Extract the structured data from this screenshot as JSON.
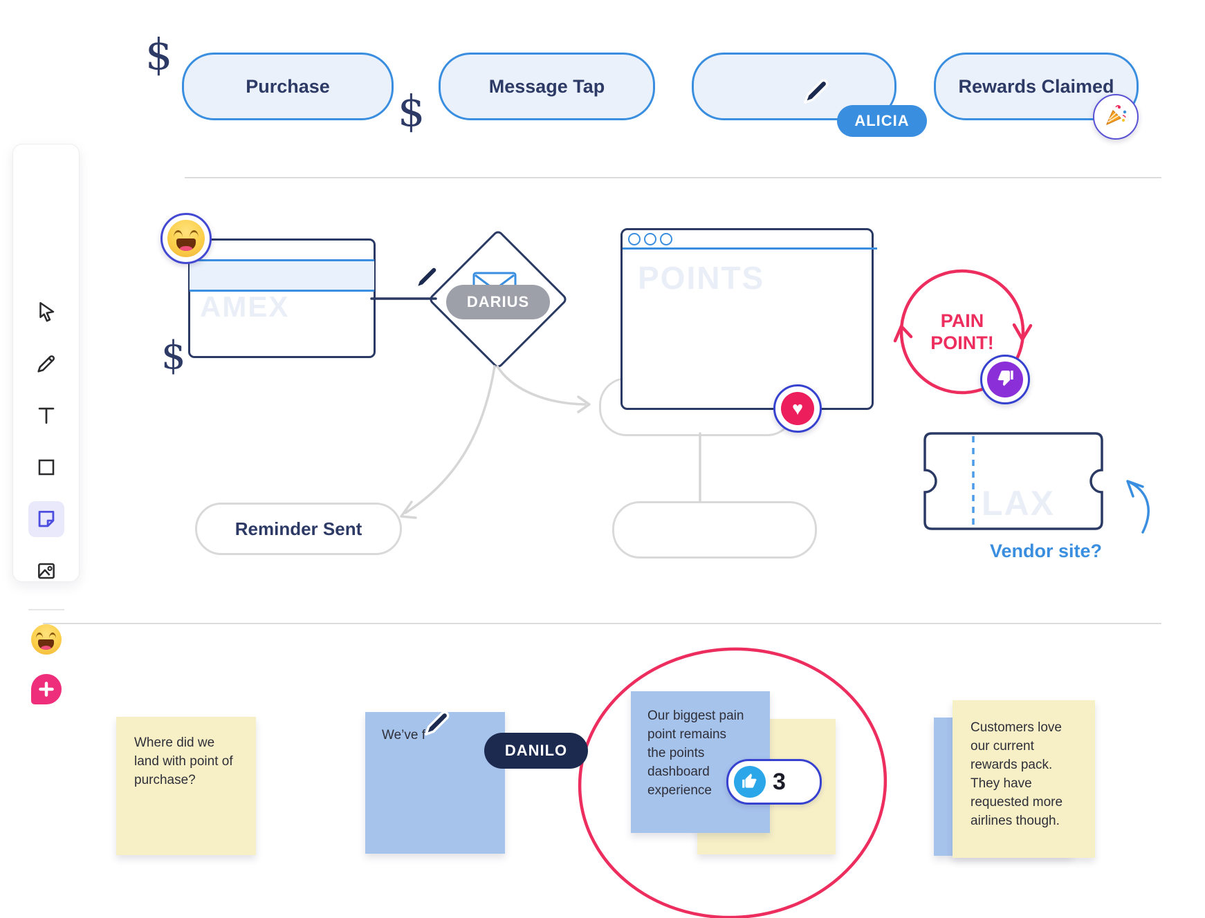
{
  "board": {
    "dollar_sign": "$",
    "top_nodes": [
      {
        "label": "Purchase"
      },
      {
        "label": "Message Tap"
      },
      {
        "label": ""
      },
      {
        "label": "Rewards Claimed"
      }
    ],
    "flow": {
      "amex_watermark": "AMEX",
      "points_watermark": "POINTS",
      "lax_watermark": "LAX",
      "reminder_label": "Reminder Sent",
      "pain_line1": "PAIN",
      "pain_line2": "POINT!",
      "vendor_label": "Vendor site?",
      "likes_count": "3"
    },
    "cursors": {
      "alicia": "ALICIA",
      "darius": "DARIUS",
      "danilo": "DANILO"
    },
    "stickies": {
      "purchase_question": {
        "color": "#F7F0C7",
        "lines": [
          "Where did we",
          "land with point of",
          "purchase?"
        ]
      },
      "typing": {
        "color": "#A6C3EC",
        "lines": [
          "We’ve f"
        ]
      },
      "pain_point": {
        "color": "#A6C3EC",
        "lines": [
          "Our biggest pain",
          "point remains",
          "the points",
          "dashboard",
          "experience"
        ]
      },
      "customers": {
        "color": "#F7F0C7",
        "lines": [
          "Customers love",
          "our current",
          "rewards pack.",
          "They have",
          "requested more",
          "airlines though."
        ]
      }
    }
  },
  "toolbar": {
    "tools": [
      {
        "name": "select",
        "active": false
      },
      {
        "name": "draw",
        "active": false
      },
      {
        "name": "text",
        "active": false
      },
      {
        "name": "shape",
        "active": false
      },
      {
        "name": "sticky-note",
        "active": true
      },
      {
        "name": "image",
        "active": false
      },
      {
        "name": "emoji",
        "active": false
      },
      {
        "name": "add-comment",
        "active": false
      }
    ]
  },
  "icons": {
    "toolbar": [
      "select-cursor-icon",
      "pencil-icon",
      "text-icon",
      "rectangle-icon",
      "sticky-note-icon",
      "image-icon",
      "smiley-emoji-icon",
      "add-comment-icon"
    ],
    "badges": [
      "smiley-face-emoji",
      "party-popper-emoji",
      "heart-icon",
      "thumbs-down-icon",
      "thumbs-up-icon"
    ],
    "cursor_icon": "pencil-cursor-icon",
    "diamond_icon": "envelope-icon"
  },
  "colors": {
    "accent_blue": "#3A8EE0",
    "pill_fill": "#EAF1FB",
    "navy": "#2A3A64",
    "crimson": "#EC2D5E",
    "purple": "#8B2FD9",
    "like_blue": "#2BA7E9",
    "badge_border": "#3642CF",
    "sticky_yellow": "#F7F0C7",
    "sticky_blue": "#A6C3EC",
    "cursor_alicia": "#3A8EE0",
    "cursor_darius": "#9DA0A8",
    "cursor_danilo": "#1C2A50",
    "connector_gray": "#D6D6D6",
    "comment_pink": "#EF2E7B"
  }
}
